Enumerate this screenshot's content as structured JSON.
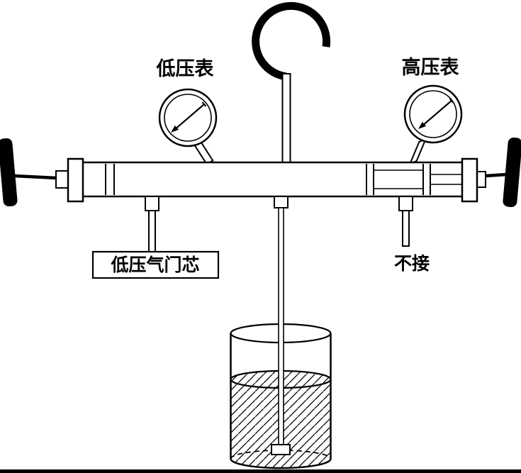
{
  "diagram": {
    "description": "Refrigerant manifold gauge set diagram with two pressure gauges, hanging hook, service ports and a beaker of liquid",
    "labels": {
      "low_gauge": "低压表",
      "high_gauge": "高压表",
      "low_valve_core": "低压气门芯",
      "not_connected": "不接"
    },
    "colors": {
      "line": "#000000",
      "background": "#ffffff",
      "handle": "#000000"
    }
  }
}
